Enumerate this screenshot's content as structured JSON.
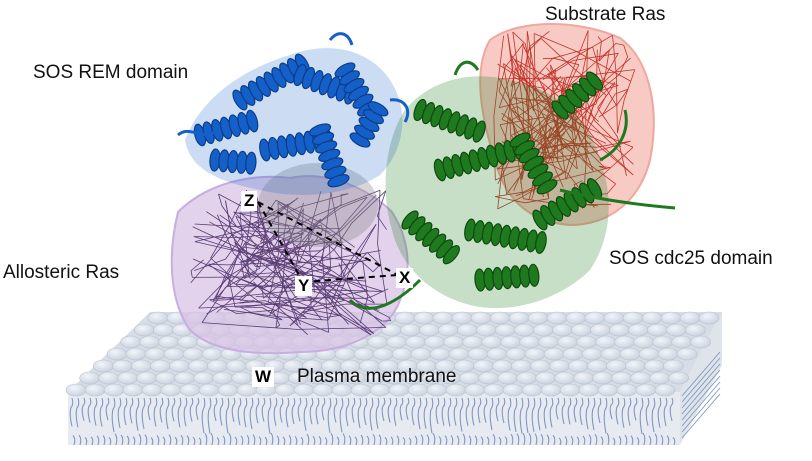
{
  "labels": {
    "substrate_ras": "Substrate Ras",
    "sos_rem": "SOS REM domain",
    "allosteric_ras": "Allosteric Ras",
    "sos_cdc25": "SOS cdc25 domain",
    "plasma_membrane": "Plasma membrane"
  },
  "points": {
    "w": "W",
    "x": "X",
    "y": "Y",
    "z": "Z"
  },
  "colors": {
    "rem_domain": "#1560c8",
    "cdc25_domain": "#1f7a1f",
    "substrate_ras": "#f4b8b0",
    "allosteric_ras": "#d8c3e6",
    "membrane_head": "#dde3ec",
    "lipid_tail": "#7f97c0"
  }
}
